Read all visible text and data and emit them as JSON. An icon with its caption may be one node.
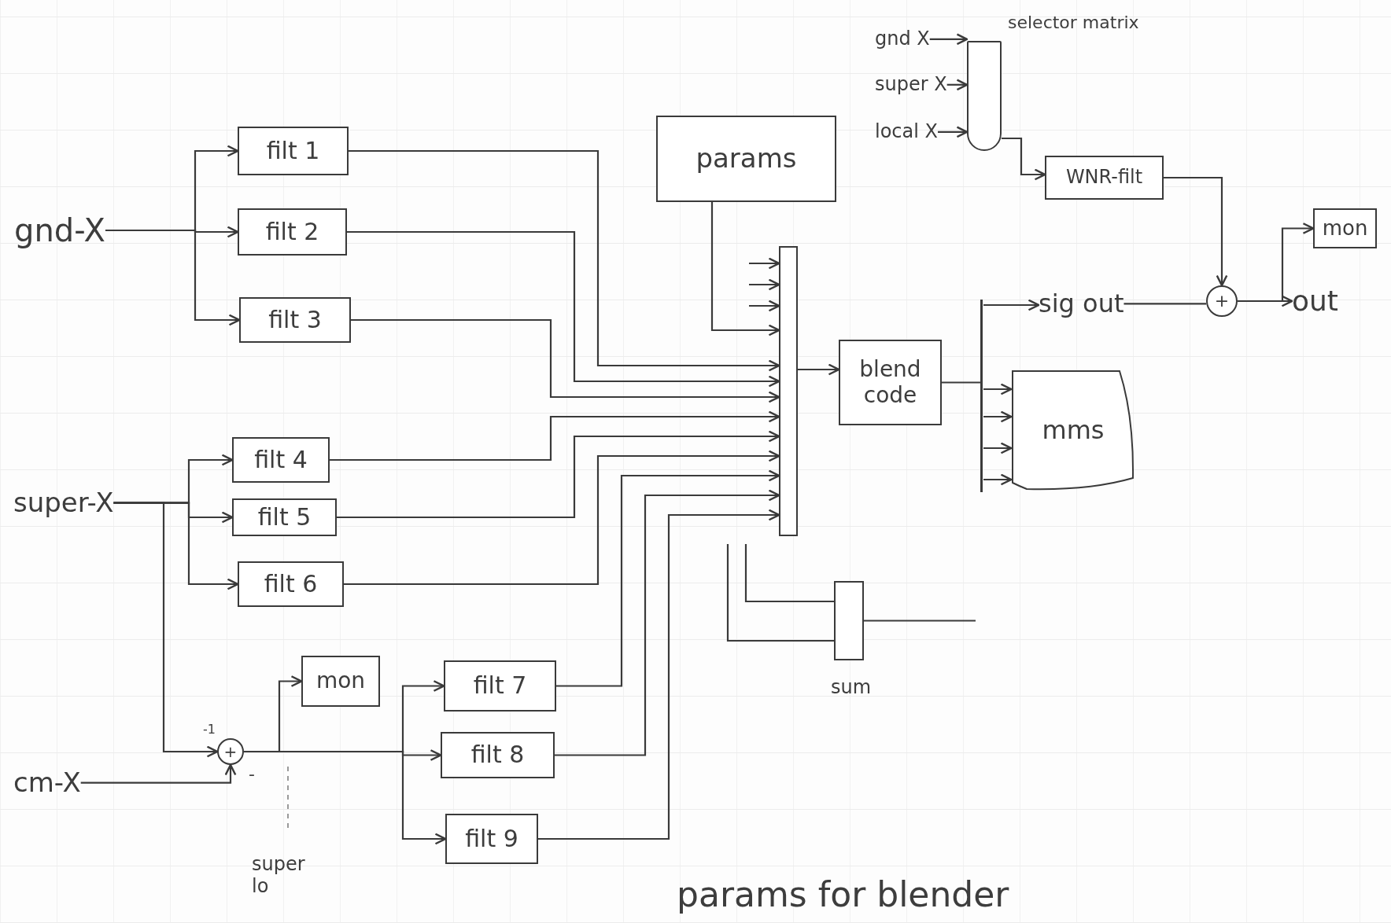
{
  "diagram": {
    "nodes": [
      {
        "text": [
          "gnd-X"
        ]
      },
      {
        "text": [
          "filt 1"
        ]
      },
      {
        "text": [
          "filt 2"
        ]
      },
      {
        "text": [
          "filt 3"
        ]
      },
      {
        "text": [
          "super-X"
        ]
      },
      {
        "text": [
          "filt 4"
        ]
      },
      {
        "text": [
          "filt 5"
        ]
      },
      {
        "text": [
          "filt 6"
        ]
      },
      {
        "text": [
          "cm-X"
        ]
      },
      {
        "text": [
          "+"
        ]
      },
      {
        "text": [
          "mon"
        ]
      },
      {
        "text": [
          "filt 7"
        ]
      },
      {
        "text": [
          "filt 8"
        ]
      },
      {
        "text": [
          "filt 9"
        ]
      },
      {
        "text": [
          "params"
        ]
      },
      {
        "text": [],
        "shape": "bar"
      },
      {
        "text": [],
        "shape": "bar",
        "beside": [
          "sum"
        ]
      },
      {
        "text": [
          "blend code"
        ]
      },
      {
        "text": [],
        "shape": "bar"
      },
      {
        "text": [
          "sig out"
        ]
      },
      {
        "text": [
          "mms"
        ]
      },
      {
        "text": [
          "+"
        ]
      },
      {
        "text": [
          "mon"
        ]
      },
      {
        "text": [
          "out"
        ]
      },
      {
        "text": [
          "gnd X"
        ]
      },
      {
        "text": [
          "super X"
        ]
      },
      {
        "text": [
          "local X"
        ]
      },
      {
        "text": [
          "selector matrix"
        ]
      },
      {
        "text": [
          "WNR-filt"
        ]
      }
    ],
    "edges": [
      {
        "from": 0,
        "to": 1,
        "arrow": "to"
      },
      {
        "from": 0,
        "to": 2,
        "arrow": "to"
      },
      {
        "from": 0,
        "to": 3,
        "arrow": "to"
      },
      {
        "from": 4,
        "to": 5,
        "arrow": "to"
      },
      {
        "from": 4,
        "to": 6,
        "arrow": "to"
      },
      {
        "from": 4,
        "to": 7,
        "arrow": "to"
      },
      {
        "from": 4,
        "to": 9,
        "arrow": "to"
      },
      {
        "from": 8,
        "to": 9,
        "arrow": "to"
      },
      {
        "from": 9,
        "to": 10,
        "arrow": "to"
      },
      {
        "from": 9,
        "to": 11,
        "arrow": "to"
      },
      {
        "from": 9,
        "to": 12,
        "arrow": "to"
      },
      {
        "from": 9,
        "to": 13,
        "arrow": "to"
      },
      {
        "from": 1,
        "to": 15,
        "arrow": "to"
      },
      {
        "from": 2,
        "to": 15,
        "arrow": "to"
      },
      {
        "from": 3,
        "to": 15,
        "arrow": "to"
      },
      {
        "from": 5,
        "to": 15,
        "arrow": "to"
      },
      {
        "from": 6,
        "to": 15,
        "arrow": "to"
      },
      {
        "from": 7,
        "to": 15,
        "arrow": "to"
      },
      {
        "from": 11,
        "to": 15,
        "arrow": "to"
      },
      {
        "from": 12,
        "to": 15,
        "arrow": "to"
      },
      {
        "from": 13,
        "to": 15,
        "arrow": "to"
      },
      {
        "from": 14,
        "to": 15,
        "arrow": "to"
      },
      {
        "from": null,
        "to": 15,
        "arrow": "to"
      },
      {
        "from": null,
        "to": 15,
        "arrow": "to"
      },
      {
        "from": null,
        "to": 15,
        "arrow": "to"
      },
      {
        "from": null,
        "to": 16,
        "arrow": "none"
      },
      {
        "from": null,
        "to": 16,
        "arrow": "none"
      },
      {
        "from": 16,
        "to": null,
        "arrow": "none"
      },
      {
        "from": 15,
        "to": 17,
        "arrow": "to"
      },
      {
        "from": 17,
        "to": 18,
        "arrow": "none"
      },
      {
        "from": 18,
        "to": 19,
        "arrow": "to"
      },
      {
        "from": 18,
        "to": 20,
        "arrow": "to"
      },
      {
        "from": 18,
        "to": 20,
        "arrow": "to"
      },
      {
        "from": 18,
        "to": 20,
        "arrow": "to"
      },
      {
        "from": 18,
        "to": 20,
        "arrow": "to"
      },
      {
        "from": 19,
        "to": 21,
        "arrow": "none"
      },
      {
        "from": 28,
        "to": 21,
        "arrow": "to"
      },
      {
        "from": 21,
        "to": 22,
        "arrow": "to"
      },
      {
        "from": 21,
        "to": 23,
        "arrow": "to"
      },
      {
        "from": 24,
        "to": 27,
        "arrow": "to"
      },
      {
        "from": 25,
        "to": 27,
        "arrow": "to"
      },
      {
        "from": 26,
        "to": 27,
        "arrow": "to"
      },
      {
        "from": 27,
        "to": 28,
        "arrow": "to"
      }
    ],
    "labels": [
      "-1",
      "-",
      "super lo",
      "params for blender"
    ]
  }
}
